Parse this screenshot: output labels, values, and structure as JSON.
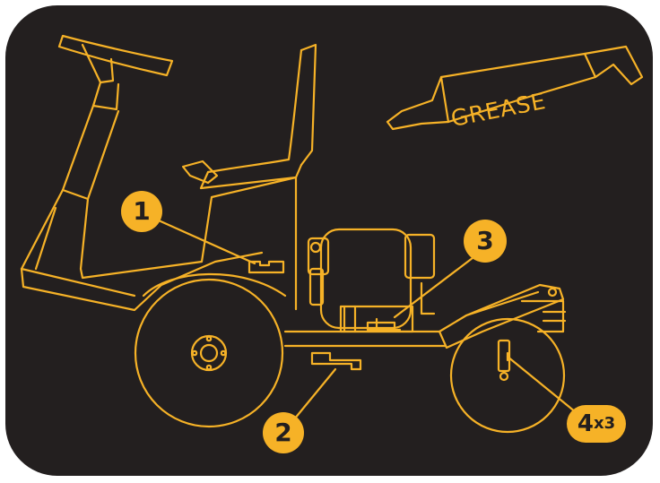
{
  "colors": {
    "accent": "#f6b227",
    "background": "#231f1f",
    "frame": "#ffffff",
    "badge_text": "#231f1f"
  },
  "diagram": {
    "grease_label": "GREASE",
    "points": [
      {
        "label": "1"
      },
      {
        "label": "2"
      },
      {
        "label": "3"
      },
      {
        "label_main": "4",
        "label_suffix": "x3"
      }
    ]
  }
}
